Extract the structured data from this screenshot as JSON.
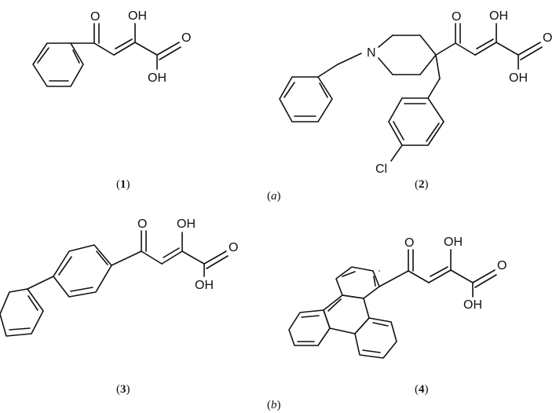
{
  "atoms": {
    "oxygen": "O",
    "hydroxyl": "OH",
    "nitrogen": "N",
    "chlorine": "Cl"
  },
  "captions": {
    "c1": {
      "open": "(",
      "num": "1",
      "close": ")"
    },
    "c2": {
      "open": "(",
      "num": "2",
      "close": ")"
    },
    "c3": {
      "open": "(",
      "num": "3",
      "close": ")"
    },
    "c4": {
      "open": "(",
      "num": "4",
      "close": ")"
    }
  },
  "panels": {
    "a": {
      "open": "(",
      "letter": "a",
      "close": ")"
    },
    "b": {
      "open": "(",
      "letter": "b",
      "close": ")"
    }
  }
}
